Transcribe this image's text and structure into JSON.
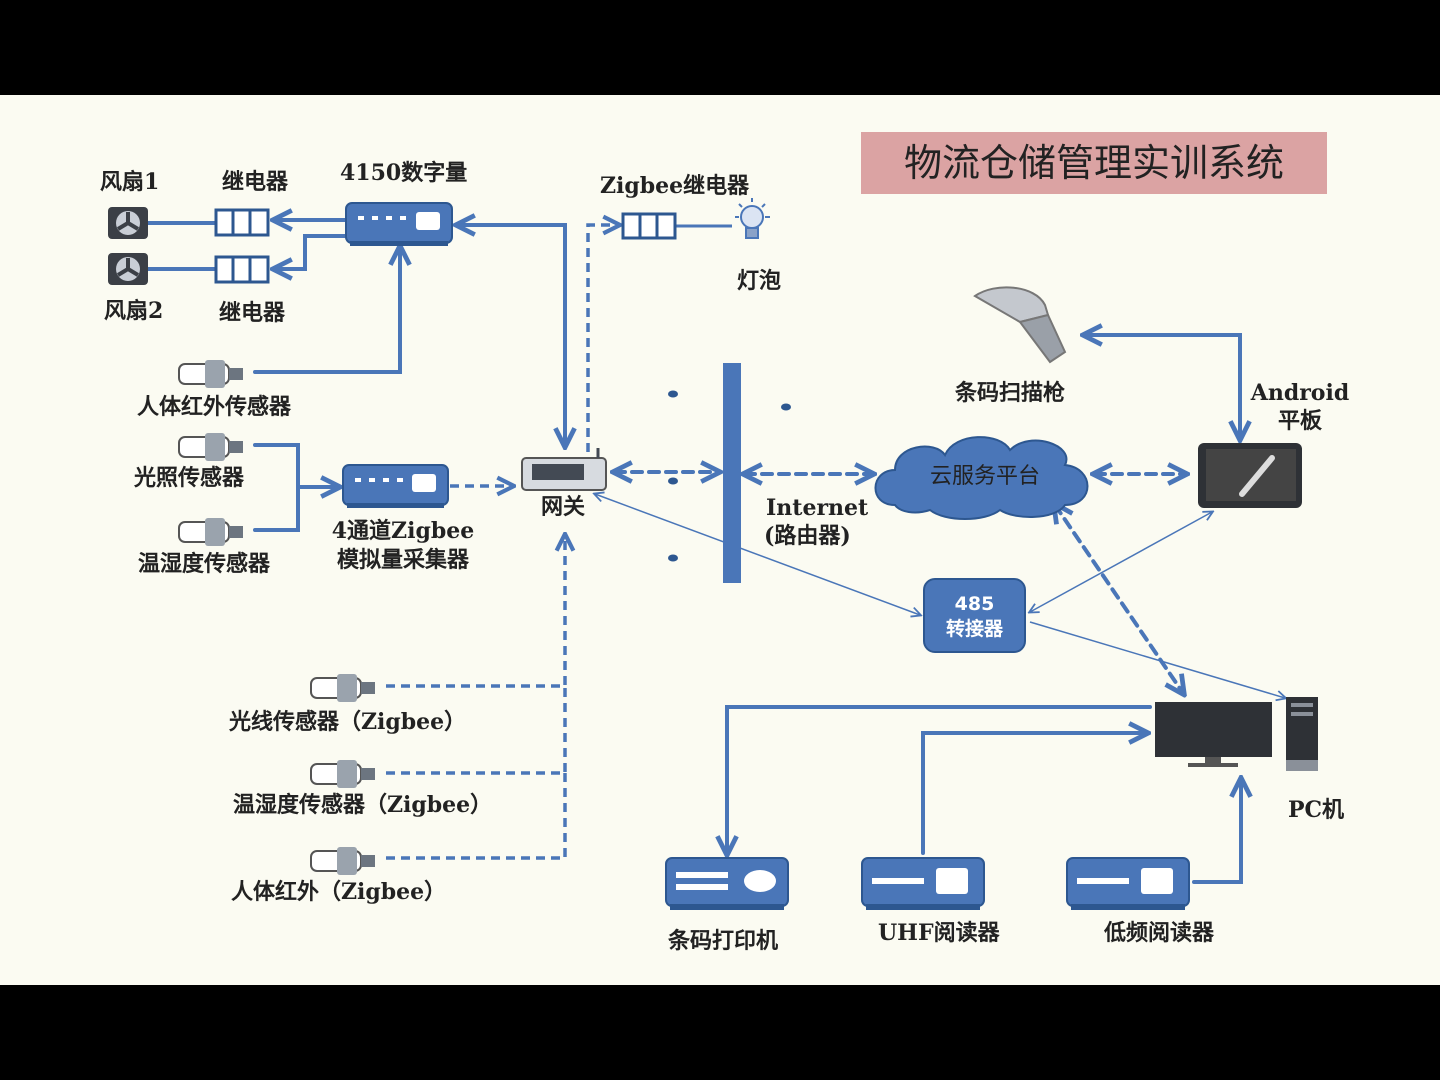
{
  "title": "物流仓储管理实训系统",
  "labels": {
    "fan1": "风扇1",
    "fan2": "风扇2",
    "relay_top": "继电器",
    "relay_bottom": "继电器",
    "digital_4150": "4150数字量",
    "zigbee_relay": "Zigbee继电器",
    "bulb": "灯泡",
    "pir_sensor": "人体红外传感器",
    "light_sensor": "光照传感器",
    "temp_humidity_sensor": "温湿度传感器",
    "analog_collector_line1": "4通道Zigbee",
    "analog_collector_line2": "模拟量采集器",
    "gateway": "网关",
    "internet_line1": "Internet",
    "internet_line2": "(路由器)",
    "cloud": "云服务平台",
    "barcode_scanner": "条码扫描枪",
    "android_line1": "Android",
    "android_line2": "平板",
    "converter_line1": "485",
    "converter_line2": "转接器",
    "light_sensor_zigbee": "光线传感器（Zigbee）",
    "temp_humidity_zigbee": "温湿度传感器（Zigbee）",
    "pir_zigbee": "人体红外（Zigbee）",
    "pc": "PC机",
    "barcode_printer": "条码打印机",
    "uhf_reader": "UHF阅读器",
    "lf_reader": "低频阅读器"
  },
  "colors": {
    "line": "#4a76b8",
    "device_fill": "#4a76b8",
    "device_dark": "#2d5790",
    "title_bg": "#dba3a3",
    "page_bg": "#fbfbf2",
    "letterbox": "#000000"
  },
  "icons": [
    "fan-icon",
    "relay-icon",
    "sensor-icon",
    "bulb-icon",
    "gateway-icon",
    "cloud-icon",
    "barcode-scanner-icon",
    "tablet-icon",
    "monitor-icon",
    "pc-tower-icon",
    "printer-icon",
    "reader-icon"
  ]
}
